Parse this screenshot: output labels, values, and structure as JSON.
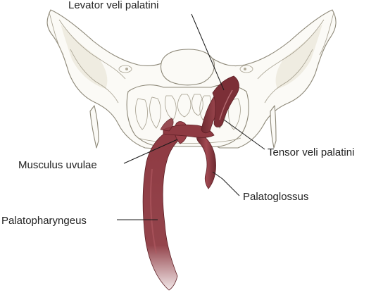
{
  "labels": {
    "levator": "Levator veli palatini",
    "tensor": "Tensor veli palatini",
    "uvulae": "Musculus uvulae",
    "palatoglossus": "Palatoglossus",
    "palatopharyngeus": "Palatopharyngeus"
  },
  "colors": {
    "muscle": "#8e3a42",
    "muscle_dark": "#6e2a31",
    "bone_fill": "#fbfaf6",
    "bone_line": "#8d8878",
    "label_text": "#222222"
  }
}
